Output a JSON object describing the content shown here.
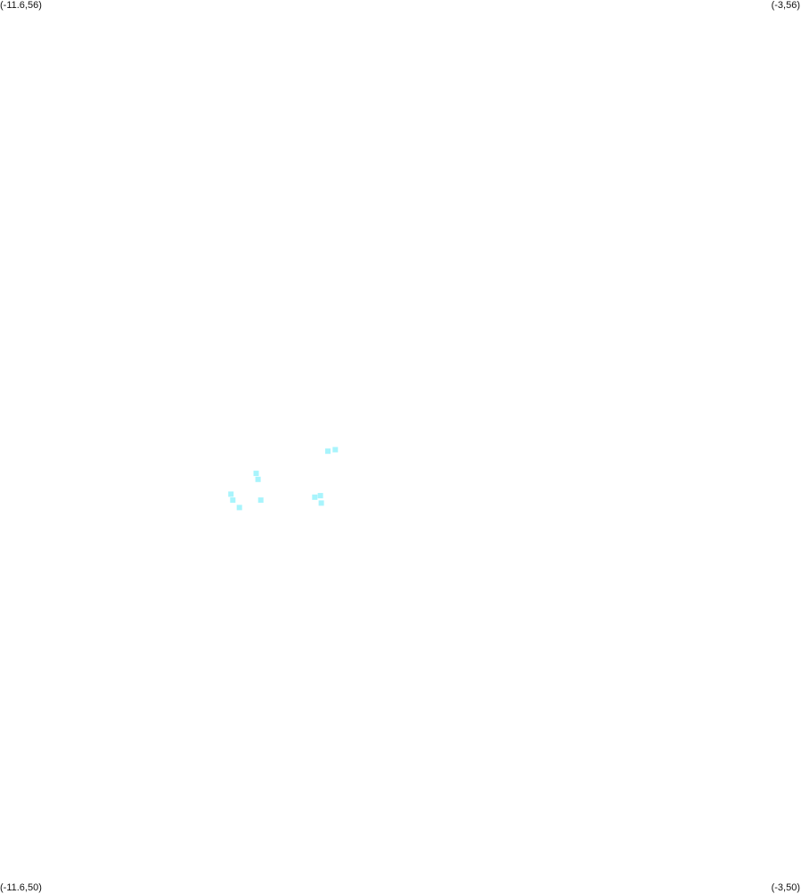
{
  "corners": {
    "top_left": "(-11.6,56)",
    "top_right": "(-3,56)",
    "bottom_left": "(-11.6,50)",
    "bottom_right": "(-3,50)"
  },
  "marker_color": "#a8f4fc",
  "chart_data": {
    "type": "scatter",
    "xlim": [
      -11.6,
      -3
    ],
    "ylim": [
      50,
      56
    ],
    "grid": false,
    "series": [
      {
        "color": "#a8f4fc",
        "points": [
          [
            -8.08,
            52.96
          ],
          [
            -8.0,
            52.97
          ],
          [
            -8.85,
            52.81
          ],
          [
            -8.83,
            52.77
          ],
          [
            -9.12,
            52.67
          ],
          [
            -9.1,
            52.63
          ],
          [
            -8.8,
            52.63
          ],
          [
            -9.03,
            52.58
          ],
          [
            -8.22,
            52.65
          ],
          [
            -8.16,
            52.66
          ],
          [
            -8.15,
            52.61
          ]
        ]
      }
    ]
  }
}
